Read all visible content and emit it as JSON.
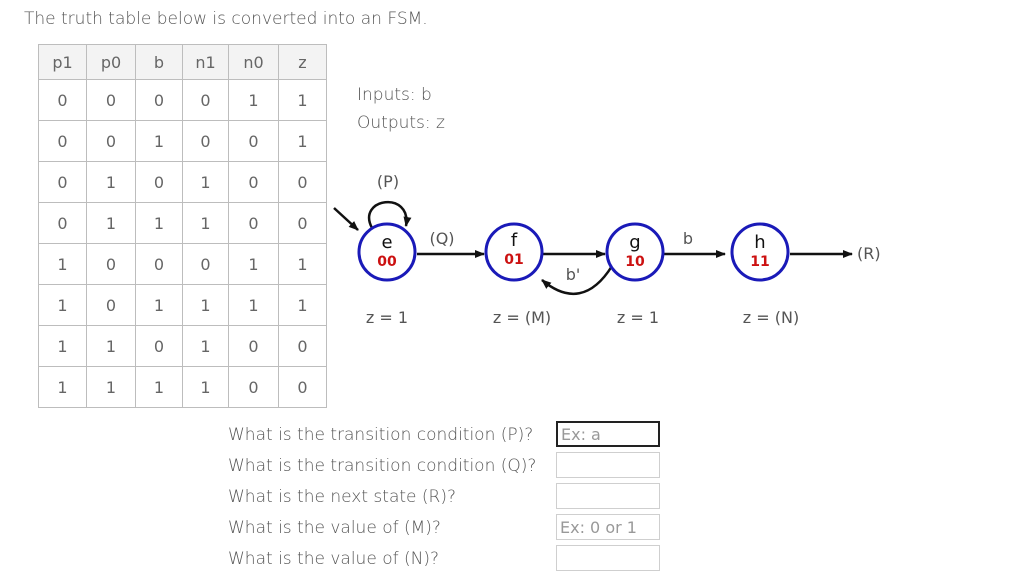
{
  "intro": "The truth table below is converted into an FSM.",
  "table": {
    "headers": [
      "p1",
      "p0",
      "b",
      "n1",
      "n0",
      "z"
    ],
    "rows": [
      [
        "0",
        "0",
        "0",
        "0",
        "1",
        "1"
      ],
      [
        "0",
        "0",
        "1",
        "0",
        "0",
        "1"
      ],
      [
        "0",
        "1",
        "0",
        "1",
        "0",
        "0"
      ],
      [
        "0",
        "1",
        "1",
        "1",
        "0",
        "0"
      ],
      [
        "1",
        "0",
        "0",
        "0",
        "1",
        "1"
      ],
      [
        "1",
        "0",
        "1",
        "1",
        "1",
        "1"
      ],
      [
        "1",
        "1",
        "0",
        "1",
        "0",
        "0"
      ],
      [
        "1",
        "1",
        "1",
        "1",
        "0",
        "0"
      ]
    ]
  },
  "io": {
    "inputs": "Inputs: b",
    "outputs": "Outputs: z"
  },
  "fsm": {
    "states": [
      {
        "name": "e",
        "code": "00",
        "output": "z = 1"
      },
      {
        "name": "f",
        "code": "01",
        "output": "z = (M)"
      },
      {
        "name": "g",
        "code": "10",
        "output": "z = 1"
      },
      {
        "name": "h",
        "code": "11",
        "output": "z = (N)"
      }
    ],
    "labels": {
      "self_loop": "(P)",
      "e_to_f": "(Q)",
      "g_to_f": "b'",
      "g_to_h": "b",
      "h_out": "(R)"
    },
    "colors": {
      "state_border": "#1a1ab8",
      "state_code": "#cc1111"
    }
  },
  "questions": [
    {
      "label": "What is the transition condition (P)?",
      "value": "",
      "placeholder": "Ex: a"
    },
    {
      "label": "What is the transition condition (Q)?",
      "value": "",
      "placeholder": ""
    },
    {
      "label": "What is the next state (R)?",
      "value": "",
      "placeholder": ""
    },
    {
      "label": "What is the value of (M)?",
      "value": "",
      "placeholder": "Ex: 0 or 1"
    },
    {
      "label": "What is the value of (N)?",
      "value": "",
      "placeholder": ""
    }
  ]
}
